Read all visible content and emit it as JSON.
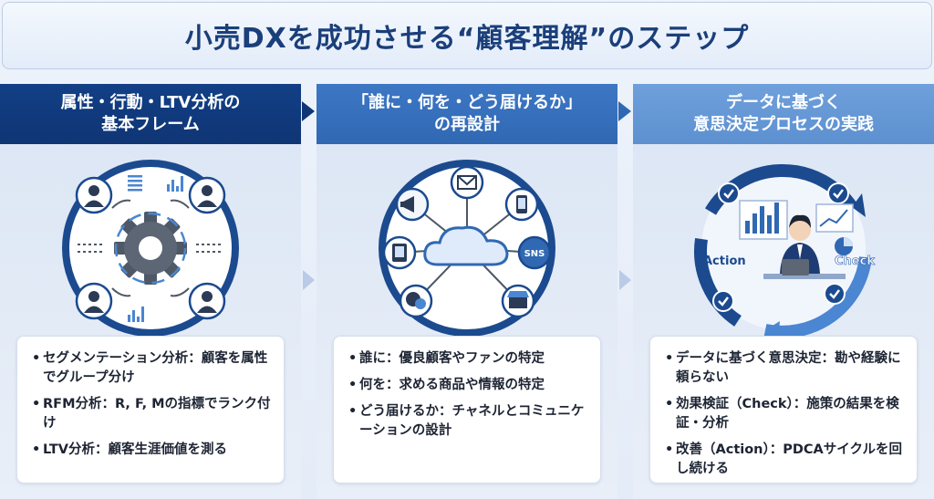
{
  "title": "小売DXを成功させる“顧客理解”のステップ",
  "columns": [
    {
      "header_lines": [
        "属性・行動・LTV分析の",
        "基本フレーム"
      ],
      "bullets": [
        "セグメンテーション分析：顧客を属性でグループ分け",
        "RFM分析：R, F, Mの指標でランク付け",
        "LTV分析：顧客生涯価値を測る"
      ],
      "icon": "gear-with-customers-icon"
    },
    {
      "header_lines": [
        "「誰に・何を・どう届けるか」",
        "の再設計"
      ],
      "bullets": [
        "誰に：優良顧客やファンの特定",
        "何を：求める商品や情報の特定",
        "どう届けるか：チャネルとコミュニケーションの設計"
      ],
      "icon": "cloud-channels-icon",
      "icon_label": "SNS"
    },
    {
      "header_lines": [
        "データに基づく",
        "意思決定プロセスの実践"
      ],
      "bullets": [
        "データに基づく意思決定：勘や経験に頼らない",
        "効果検証（Check）：施策の結果を検証・分析",
        "改善（Action）：PDCAサイクルを回し続ける"
      ],
      "icon": "pdca-cycle-analyst-icon",
      "cycle_labels": [
        "Action",
        "Check"
      ]
    }
  ],
  "colors": {
    "header_dark": "#0f3574",
    "header_mid": "#3068b3",
    "header_light": "#5d90d0",
    "ring_dark": "#1b4a8f",
    "ring_light": "#4a86d1"
  }
}
